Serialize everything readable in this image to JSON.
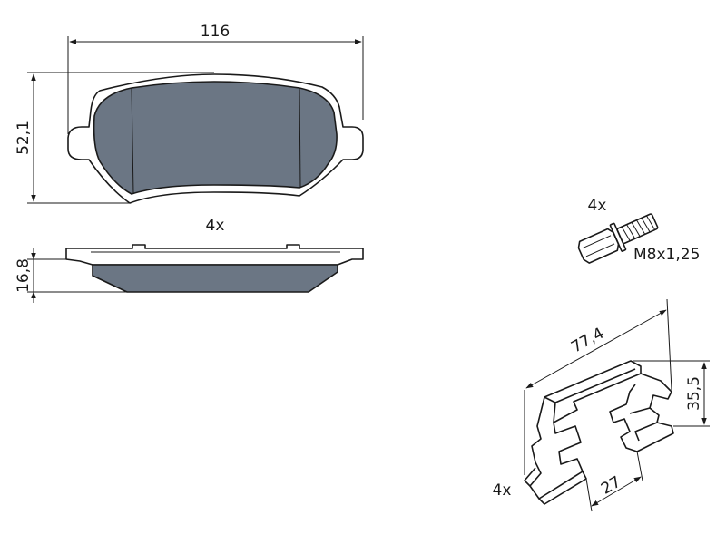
{
  "colors": {
    "friction_fill": "#6b7684",
    "line": "#1a1a1a",
    "background": "#ffffff"
  },
  "pad": {
    "width_label": "116",
    "height_label": "52,1",
    "thickness_label": "16,8",
    "quantity_label": "4x"
  },
  "bolt": {
    "quantity_label": "4x",
    "thread_label": "M8x1,25"
  },
  "clip": {
    "length_label": "77,4",
    "height_label": "35,5",
    "width_label": "27",
    "quantity_label": "4x"
  }
}
